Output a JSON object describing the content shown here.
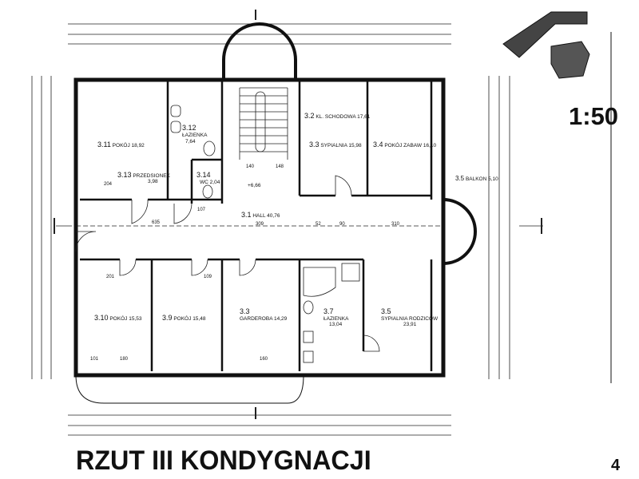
{
  "title": "RZUT III KONDYGNACJI",
  "scale": "1:50",
  "page_number": "4",
  "elevation": "+6,66",
  "rooms": [
    {
      "num": "3.11",
      "name": "POKÓJ",
      "area": "18,92"
    },
    {
      "num": "3.12",
      "name": "ŁAZIENKA",
      "area": "7,64"
    },
    {
      "num": "3.13",
      "name": "PRZEDSIONEK",
      "area": "3,98"
    },
    {
      "num": "3.14",
      "name": "WC",
      "area": "2,04"
    },
    {
      "num": "3.2",
      "name": "KL. SCHODOWA",
      "area": "17,61"
    },
    {
      "num": "3.3",
      "name": "SYPIALNIA",
      "area": "15,98"
    },
    {
      "num": "3.4",
      "name": "POKÓJ ZABAW",
      "area": "16,10"
    },
    {
      "num": "3.5",
      "name": "BALKON",
      "area": "5,10"
    },
    {
      "num": "3.1",
      "name": "HALL",
      "area": "40,76"
    },
    {
      "num": "3.10",
      "name": "POKÓJ",
      "area": "15,53"
    },
    {
      "num": "3.9",
      "name": "POKÓJ",
      "area": "15,48"
    },
    {
      "num": "3.3",
      "name": "GARDEROBA",
      "area": "14,29"
    },
    {
      "num": "3.7",
      "name": "ŁAZIENKA",
      "area": "13,04"
    },
    {
      "num": "3.5",
      "name": "SYPIALNIA RODZICÓW",
      "area": "23,91"
    }
  ],
  "dimensions": [
    "204",
    "107",
    "635",
    "309",
    "310",
    "140",
    "148",
    "52",
    "90",
    "201",
    "109",
    "180",
    "101",
    "160"
  ]
}
